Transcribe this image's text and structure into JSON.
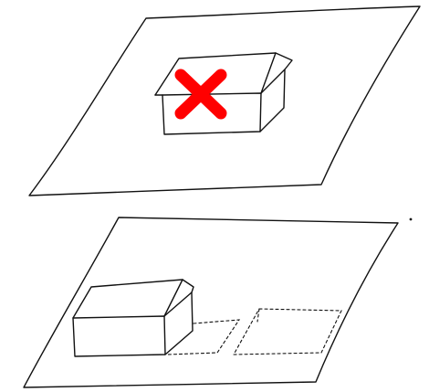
{
  "diagram": {
    "panels": [
      {
        "id": "upper-plane",
        "house_count": 1,
        "house_crossed_out": true,
        "dashed_plot_count": 0
      },
      {
        "id": "lower-plane",
        "house_count": 1,
        "house_crossed_out": false,
        "dashed_plot_count": 2
      }
    ],
    "colors": {
      "ink": "#111111",
      "cross_mark": "#ff0000",
      "background": "#ffffff"
    }
  }
}
